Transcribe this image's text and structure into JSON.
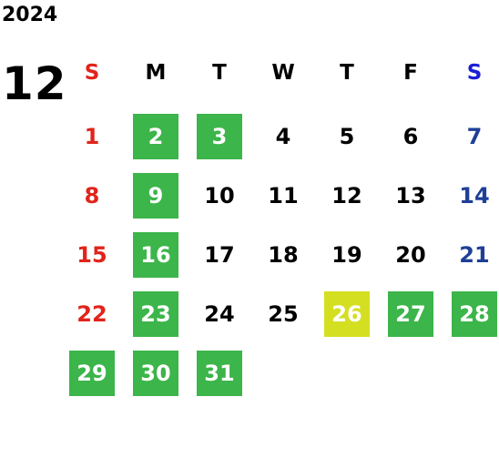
{
  "calendar": {
    "year": "2024",
    "month": "12",
    "weekdays": [
      "S",
      "M",
      "T",
      "W",
      "T",
      "F",
      "S"
    ],
    "weeks": [
      [
        {
          "day": "1",
          "type": "sunday"
        },
        {
          "day": "2",
          "type": "closed"
        },
        {
          "day": "3",
          "type": "closed"
        },
        {
          "day": "4",
          "type": "normal"
        },
        {
          "day": "5",
          "type": "normal"
        },
        {
          "day": "6",
          "type": "normal"
        },
        {
          "day": "7",
          "type": "saturday"
        }
      ],
      [
        {
          "day": "8",
          "type": "sunday"
        },
        {
          "day": "9",
          "type": "closed"
        },
        {
          "day": "10",
          "type": "normal"
        },
        {
          "day": "11",
          "type": "normal"
        },
        {
          "day": "12",
          "type": "normal"
        },
        {
          "day": "13",
          "type": "normal"
        },
        {
          "day": "14",
          "type": "saturday"
        }
      ],
      [
        {
          "day": "15",
          "type": "sunday"
        },
        {
          "day": "16",
          "type": "closed"
        },
        {
          "day": "17",
          "type": "normal"
        },
        {
          "day": "18",
          "type": "normal"
        },
        {
          "day": "19",
          "type": "normal"
        },
        {
          "day": "20",
          "type": "normal"
        },
        {
          "day": "21",
          "type": "saturday"
        }
      ],
      [
        {
          "day": "22",
          "type": "sunday"
        },
        {
          "day": "23",
          "type": "closed"
        },
        {
          "day": "24",
          "type": "normal"
        },
        {
          "day": "25",
          "type": "normal"
        },
        {
          "day": "26",
          "type": "special"
        },
        {
          "day": "27",
          "type": "closed"
        },
        {
          "day": "28",
          "type": "closed"
        }
      ],
      [
        {
          "day": "29",
          "type": "closed"
        },
        {
          "day": "30",
          "type": "closed"
        },
        {
          "day": "31",
          "type": "closed"
        }
      ]
    ]
  },
  "colors": {
    "sunday": "#e0241b",
    "saturday_header": "#1a1fd6",
    "saturday": "#1f3f97",
    "closed_bg": "#3cb54a",
    "special_bg": "#d4df22"
  }
}
